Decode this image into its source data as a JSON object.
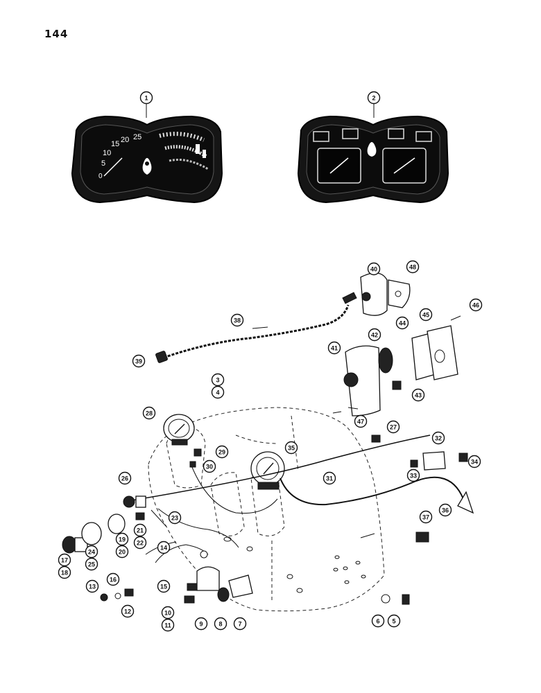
{
  "page_number": "144",
  "cluster_left": {
    "callout": "1",
    "speed_scale": [
      "0",
      "5",
      "10",
      "15",
      "20",
      "25"
    ]
  },
  "cluster_right": {
    "callout": "2"
  },
  "callouts": [
    "3",
    "4",
    "5",
    "6",
    "7",
    "8",
    "9",
    "10",
    "11",
    "12",
    "13",
    "14",
    "15",
    "16",
    "17",
    "18",
    "19",
    "20",
    "21",
    "22",
    "23",
    "24",
    "25",
    "26",
    "27",
    "28",
    "29",
    "30",
    "31",
    "32",
    "33",
    "34",
    "35",
    "36",
    "37",
    "38",
    "39",
    "40",
    "41",
    "42",
    "43",
    "44",
    "45",
    "46",
    "47",
    "48"
  ]
}
